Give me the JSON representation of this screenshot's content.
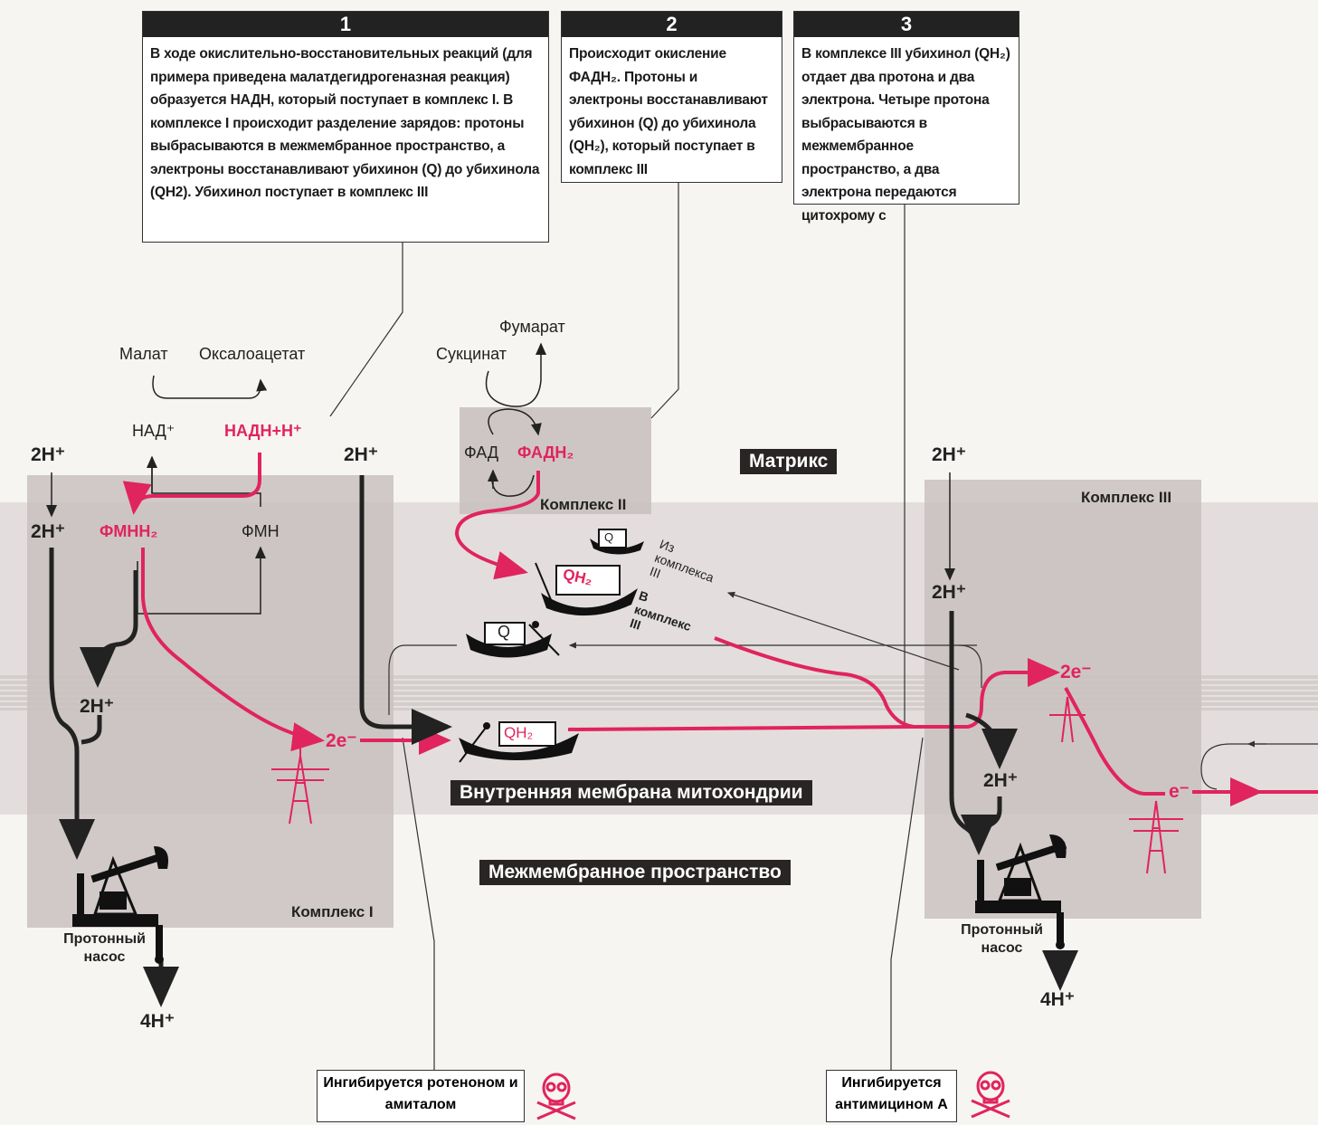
{
  "boxes": [
    {
      "num": "1",
      "text": "В ходе окислительно-восстановительных реакций (для примера приведена малатдегидрогеназная реакция) образуется НАДН, который поступает в комплекс I. В комплексе I происходит разделение зарядов: протоны выбрасываются в межмембранное пространство, а электроны восстанавливают убихинон (Q) до убихинола (QH2). Убихинол поступает в комплекс III"
    },
    {
      "num": "2",
      "text": "Происходит окисление ФАДН₂. Протоны и электроны восстанавливают убихинон (Q) до убихинола (QH₂), который поступает в комплекс III"
    },
    {
      "num": "3",
      "text": "В комплексе III убихинол (QH₂) отдает два протона и два электрона. Четыре протона выбрасываются в межмембранное пространство, а два электрона передаются цитохрому c"
    }
  ],
  "regions": {
    "matrix": "Матрикс",
    "membrane": "Внутренняя мембрана митохондрии",
    "intermembrane": "Межмембранное пространство",
    "complex1": "Комплекс I",
    "complex2": "Комплекс II",
    "complex3": "Комплекс III"
  },
  "molecules": {
    "malate": "Малат",
    "oxaloacetate": "Оксалоацетат",
    "nad": "НАД⁺",
    "nadh": "НАДН+Н⁺",
    "fmnh2": "ФМНН₂",
    "fmn": "ФМН",
    "succinate": "Сукцинат",
    "fumarate": "Фумарат",
    "fad": "ФАД",
    "fadh2": "ФАДН₂",
    "q": "Q",
    "qh2": "QH₂",
    "from_c3": "Из комплекса III",
    "to_c3": "В комплекс III"
  },
  "protons": {
    "h2": "2H⁺",
    "h4": "4H⁺",
    "e2": "2e⁻",
    "e1": "e⁻"
  },
  "pump_label": "Протонный насос",
  "inhibitors": {
    "rotenone": "Ингибируется ротеноном и амиталом",
    "antimycin": "Ингибируется антимицином А"
  },
  "colors": {
    "accent_red": "#e0245e",
    "dark": "#2a2525",
    "membrane_gray": "#d8d2d0",
    "complex_gray": "#c9c1c0"
  }
}
